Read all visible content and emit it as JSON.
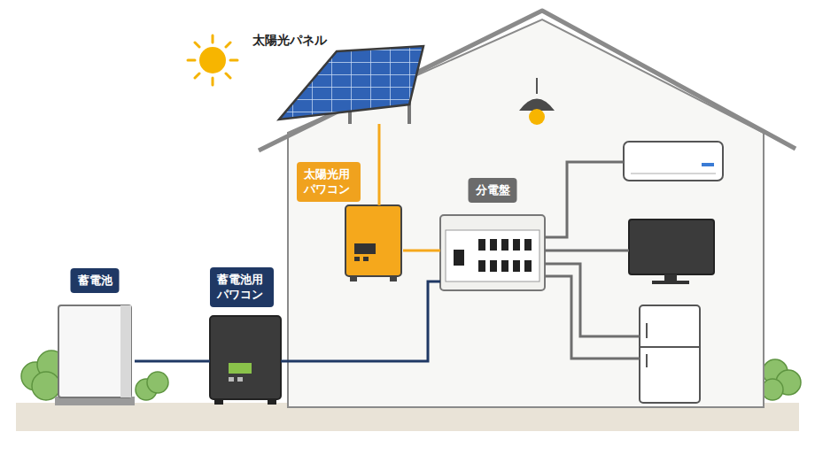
{
  "diagram": {
    "nodes": [
      {
        "text": [
          "太陽光パネル"
        ]
      },
      {
        "text": [
          "太陽光用 パワコン"
        ]
      },
      {
        "text": [
          "分電盤"
        ]
      },
      {
        "text": [
          "蓄電池"
        ]
      },
      {
        "text": [
          "蓄電池用 パワコン"
        ]
      }
    ],
    "edges": [
      {
        "from": 0,
        "to": 1,
        "arrow": "none"
      },
      {
        "from": 1,
        "to": 2,
        "arrow": "none"
      },
      {
        "from": 3,
        "to": 4,
        "arrow": "none"
      },
      {
        "from": 4,
        "to": 2,
        "arrow": "none"
      }
    ]
  }
}
